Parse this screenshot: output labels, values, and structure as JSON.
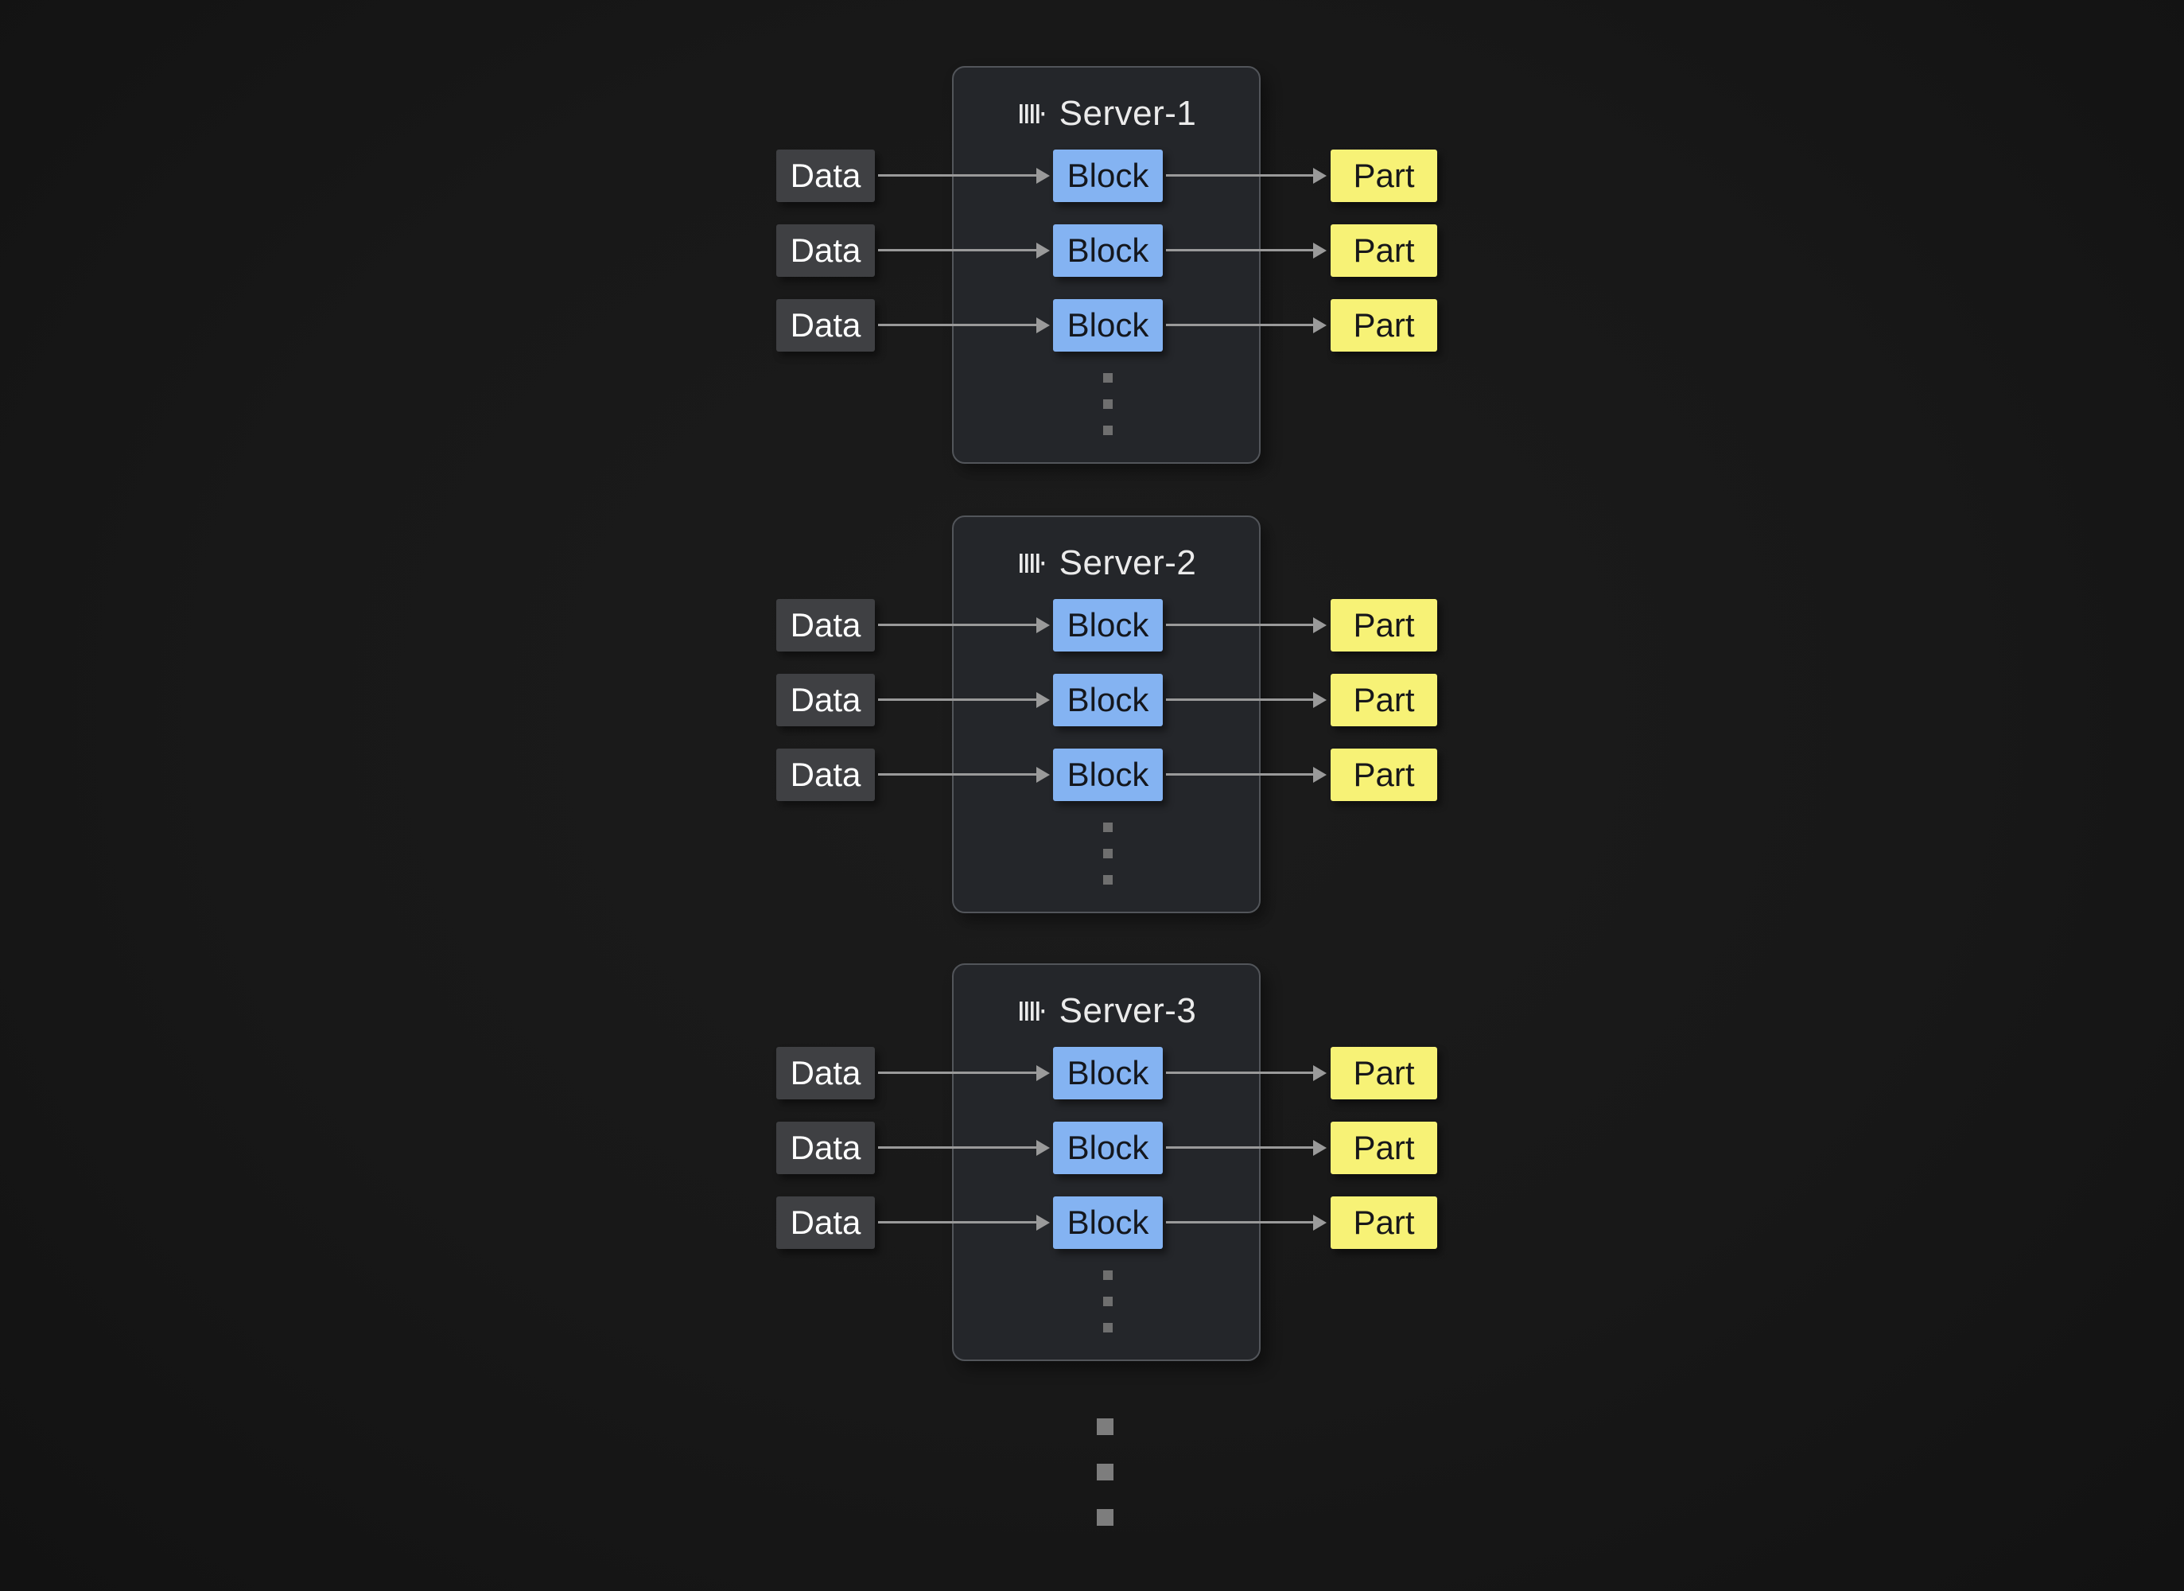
{
  "diagram": {
    "groups": [
      {
        "title": "Server-1",
        "rows": [
          {
            "input": "Data",
            "block": "Block",
            "output": "Part"
          },
          {
            "input": "Data",
            "block": "Block",
            "output": "Part"
          },
          {
            "input": "Data",
            "block": "Block",
            "output": "Part"
          }
        ]
      },
      {
        "title": "Server-2",
        "rows": [
          {
            "input": "Data",
            "block": "Block",
            "output": "Part"
          },
          {
            "input": "Data",
            "block": "Block",
            "output": "Part"
          },
          {
            "input": "Data",
            "block": "Block",
            "output": "Part"
          }
        ]
      },
      {
        "title": "Server-3",
        "rows": [
          {
            "input": "Data",
            "block": "Block",
            "output": "Part"
          },
          {
            "input": "Data",
            "block": "Block",
            "output": "Part"
          },
          {
            "input": "Data",
            "block": "Block",
            "output": "Part"
          }
        ]
      }
    ],
    "colors": {
      "background": "#181818",
      "input_box_bg": "#3f4043",
      "input_box_text": "#ffffff",
      "block_box_bg": "#84b3f2",
      "block_box_text": "#14171d",
      "part_box_bg": "#f7f276",
      "part_box_text": "#17171a",
      "panel_bg": "#24262a",
      "panel_border": "#52555a",
      "arrow": "#9a9a9a"
    }
  }
}
